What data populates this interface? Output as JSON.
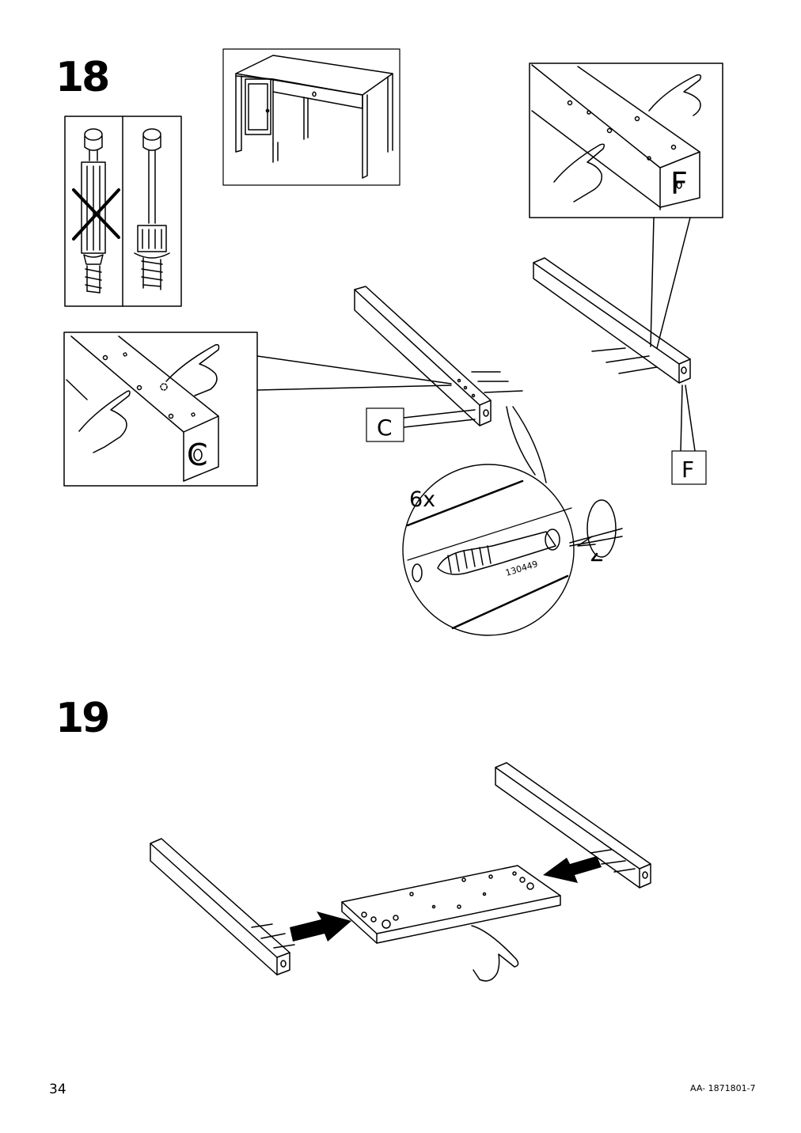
{
  "steps": [
    {
      "number": "18",
      "quantity": "6x",
      "part_number": "130449",
      "part_labels": [
        "C",
        "F"
      ]
    },
    {
      "number": "19"
    }
  ],
  "footer": {
    "page_number": "34",
    "document_id": "AA- 1871801-7"
  }
}
